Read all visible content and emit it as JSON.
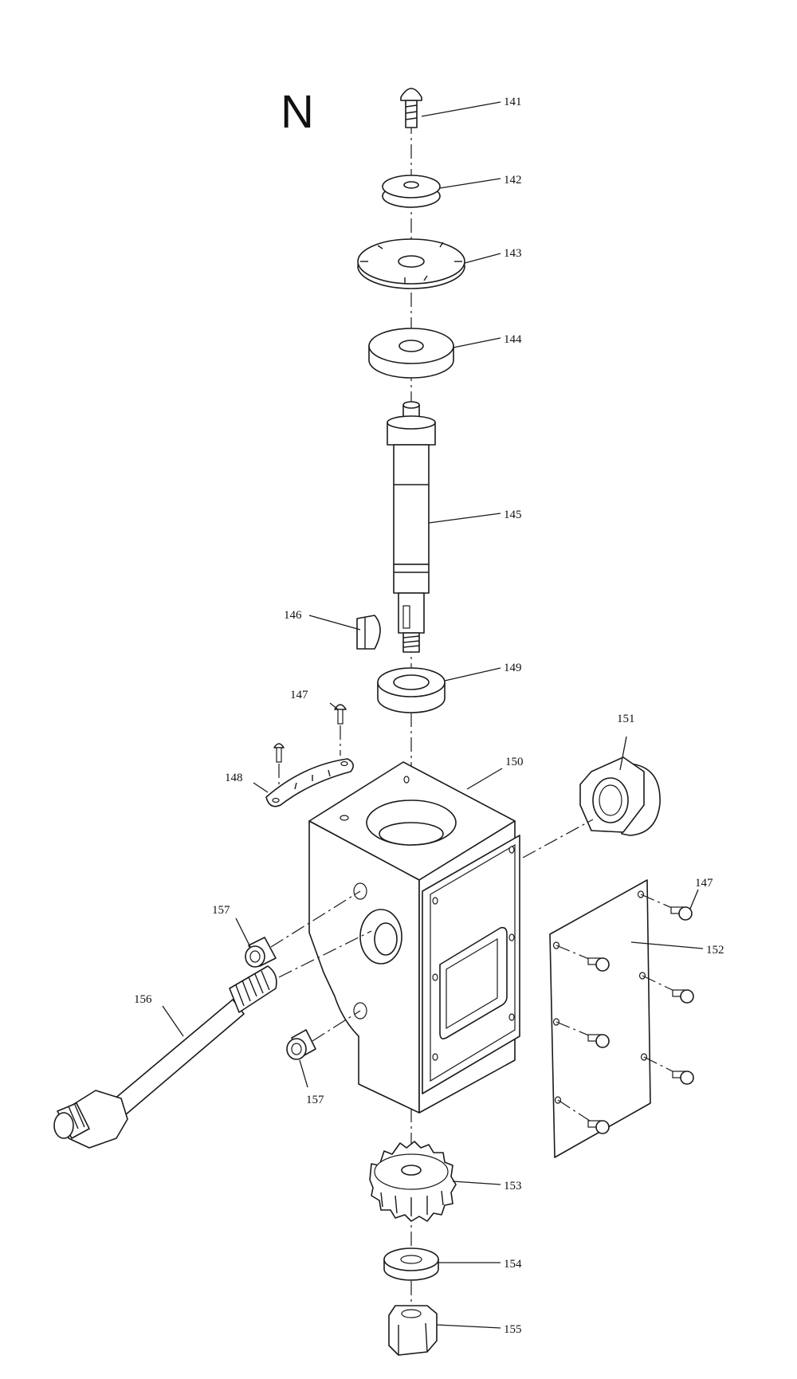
{
  "section_letter": "N",
  "callouts": {
    "c141": "141",
    "c142": "142",
    "c143": "143",
    "c144": "144",
    "c145": "145",
    "c146": "146",
    "c147a": "147",
    "c147b": "147",
    "c148": "148",
    "c149": "149",
    "c150": "150",
    "c151": "151",
    "c152": "152",
    "c153": "153",
    "c154": "154",
    "c155": "155",
    "c156": "156",
    "c157a": "157",
    "c157b": "157"
  },
  "colors": {
    "ink": "#1a1a1a",
    "paper": "#ffffff"
  }
}
